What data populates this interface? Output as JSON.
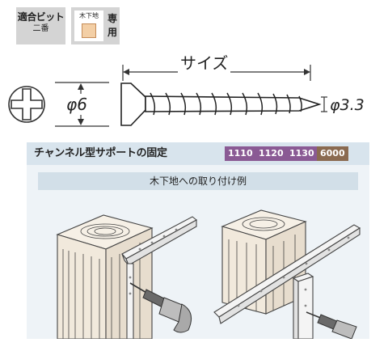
{
  "badges": {
    "bit": {
      "line1": "適合ビット",
      "line2": "二番"
    },
    "wood": {
      "label": "木下地",
      "side_text": "専用",
      "swatch_color": "#f3cfa6"
    }
  },
  "screw": {
    "size_label": "サイズ",
    "head_diameter_label": "φ6",
    "shank_diameter_label": "φ3.3"
  },
  "panel": {
    "title": "チャンネル型サポートの固定",
    "tags": [
      {
        "label": "1110",
        "color": "#8a5a94"
      },
      {
        "label": "1120",
        "color": "#8a5a94"
      },
      {
        "label": "1130",
        "color": "#8a5a94"
      },
      {
        "label": "6000",
        "color": "#8a6a50"
      }
    ],
    "subtitle": "木下地への取り付け例"
  }
}
